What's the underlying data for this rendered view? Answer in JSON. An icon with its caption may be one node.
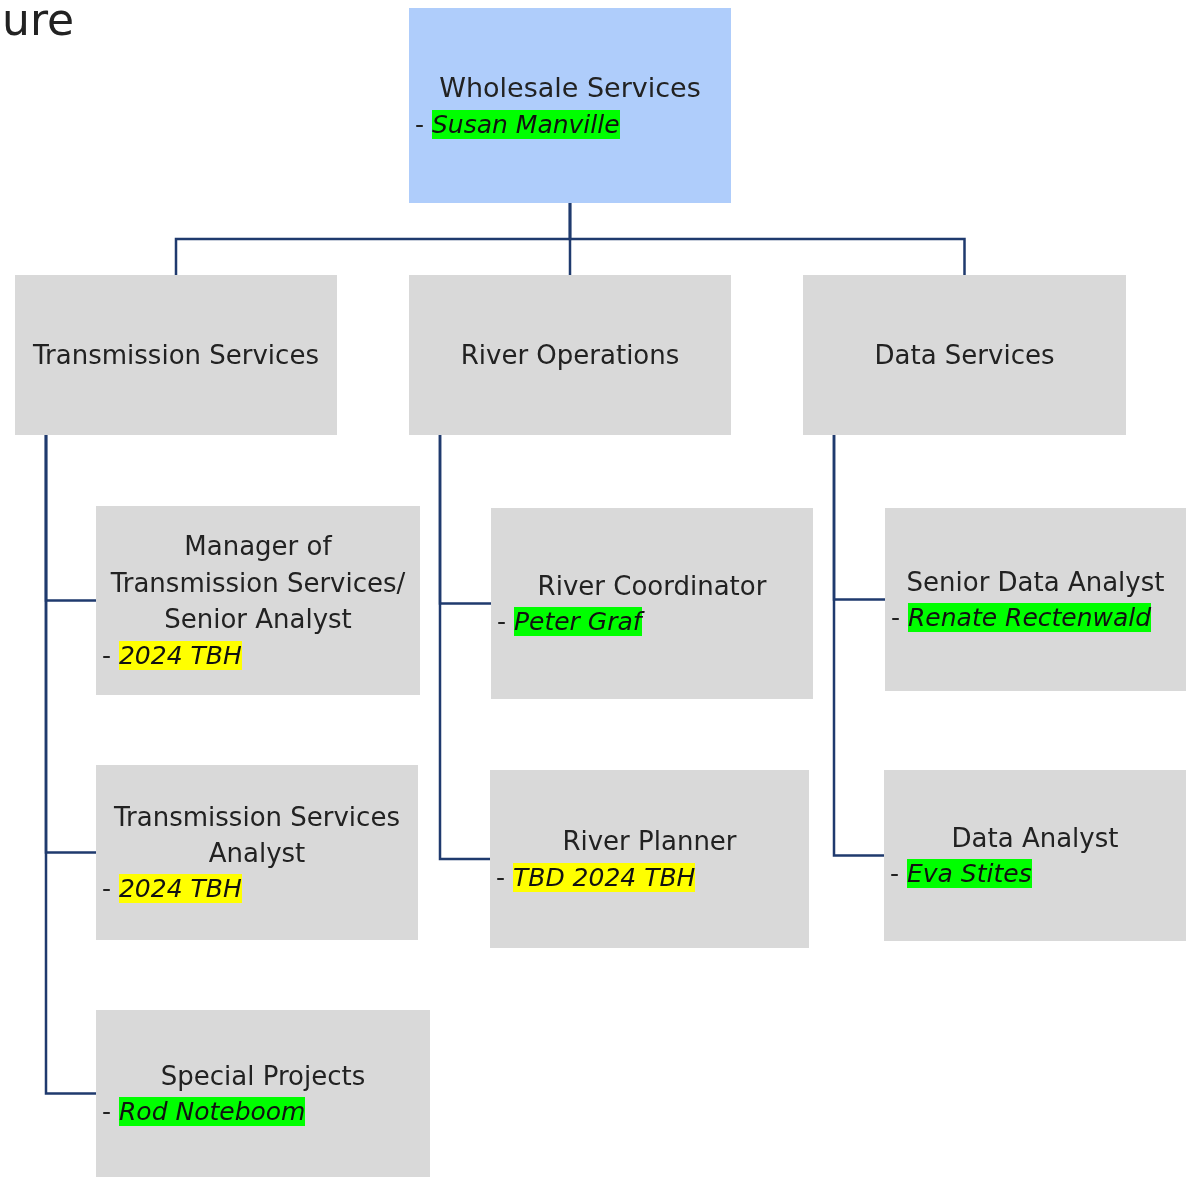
{
  "diagram": {
    "nodes": [
      {
        "text": [
          "Wholesale Services",
          "- *Susan Manville*"
        ]
      },
      {
        "text": [
          "Transmission Services"
        ]
      },
      {
        "text": [
          "River Operations"
        ]
      },
      {
        "text": [
          "Data Services"
        ]
      },
      {
        "text": [
          "Manager of Transmission Services/ Senior Analyst",
          "- *2024 TBH*"
        ]
      },
      {
        "text": [
          "Transmission Services Analyst",
          "- *2024 TBH*"
        ]
      },
      {
        "text": [
          "Special Projects",
          "- *Rod Noteboom*"
        ]
      },
      {
        "text": [
          "River Coordinator",
          "- *Peter Graf*"
        ]
      },
      {
        "text": [
          "River Planner",
          "- *TBD 2024 TBH*"
        ]
      },
      {
        "text": [
          "Senior Data Analyst",
          "- *Renate Rectenwald*"
        ]
      },
      {
        "text": [
          "Data Analyst",
          "- *Eva Stites*"
        ]
      }
    ],
    "edges": [
      {
        "from": 0,
        "to": 1,
        "arrow": "none"
      },
      {
        "from": 0,
        "to": 2,
        "arrow": "none"
      },
      {
        "from": 0,
        "to": 3,
        "arrow": "none"
      },
      {
        "from": 1,
        "to": 4,
        "arrow": "none"
      },
      {
        "from": 1,
        "to": 5,
        "arrow": "none"
      },
      {
        "from": 1,
        "to": 6,
        "arrow": "none"
      },
      {
        "from": 2,
        "to": 7,
        "arrow": "none"
      },
      {
        "from": 2,
        "to": 8,
        "arrow": "none"
      },
      {
        "from": 3,
        "to": 9,
        "arrow": "none"
      },
      {
        "from": 3,
        "to": 10,
        "arrow": "none"
      }
    ],
    "labels": [
      "ure"
    ]
  }
}
